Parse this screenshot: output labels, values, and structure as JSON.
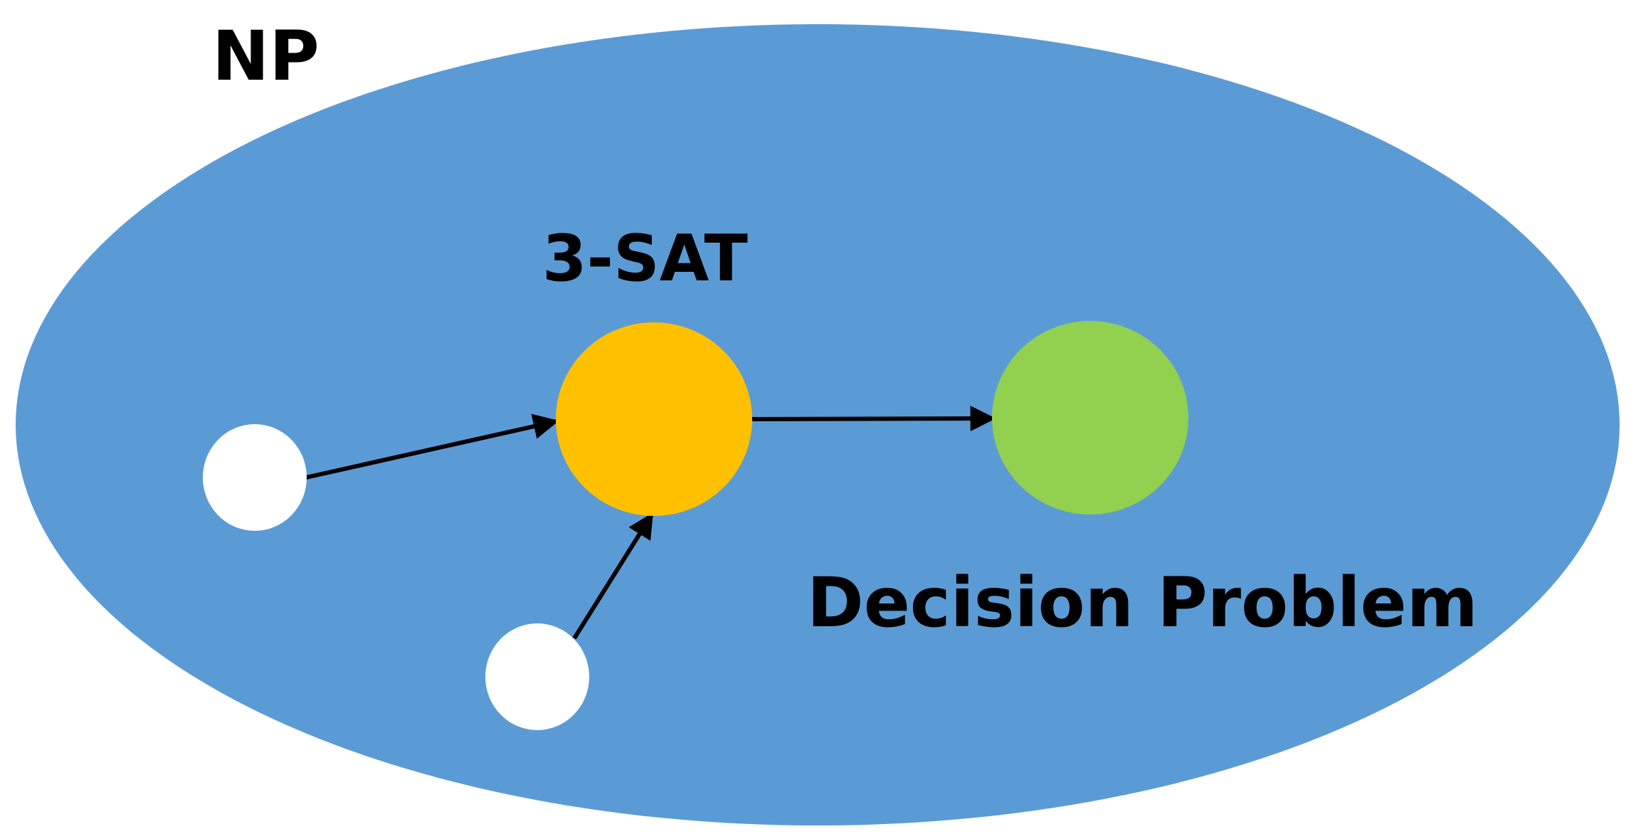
{
  "diagram": {
    "set_label": "NP",
    "hub_label": "3-SAT",
    "target_label": "Decision Problem"
  },
  "colors": {
    "set_fill": "#5b9bd5",
    "hub_fill": "#ffc000",
    "target_fill": "#92d050",
    "source_fill": "#ffffff",
    "arrow": "#000000"
  }
}
